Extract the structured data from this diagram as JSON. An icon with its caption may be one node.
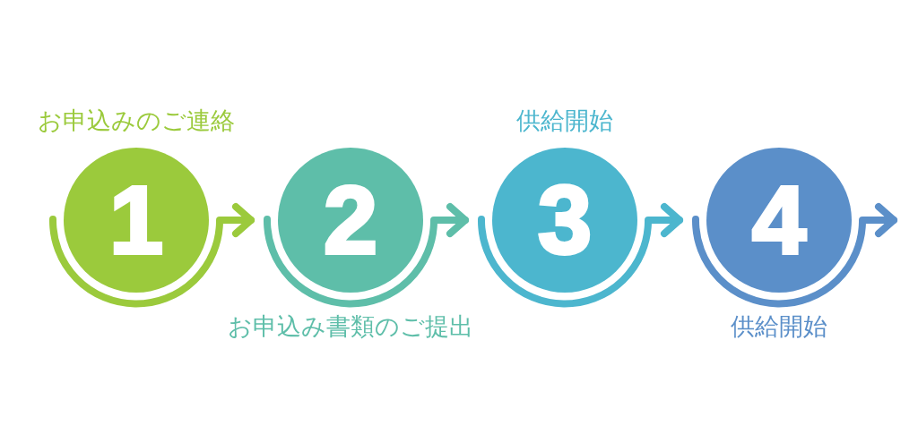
{
  "diagram": {
    "nodes": [
      {
        "text": [
          "1"
        ],
        "beside": [
          "お申込みのご連絡"
        ]
      },
      {
        "text": [
          "2"
        ],
        "beside": [
          "お申込み書類のご提出"
        ]
      },
      {
        "text": [
          "3"
        ],
        "beside": [
          "供給開始"
        ]
      },
      {
        "text": [
          "4"
        ],
        "beside": [
          "供給開始"
        ]
      }
    ],
    "edges": [
      {
        "from": 0,
        "to": 1,
        "arrow": "to",
        "color": "#9bca3c"
      },
      {
        "from": 1,
        "to": 2,
        "arrow": "to",
        "color": "#5ebea9"
      },
      {
        "from": 2,
        "to": 3,
        "arrow": "to",
        "color": "#4cb6ce"
      },
      {
        "from": 3,
        "to": null,
        "arrow": "to",
        "color": "#5b8fc9"
      }
    ]
  }
}
